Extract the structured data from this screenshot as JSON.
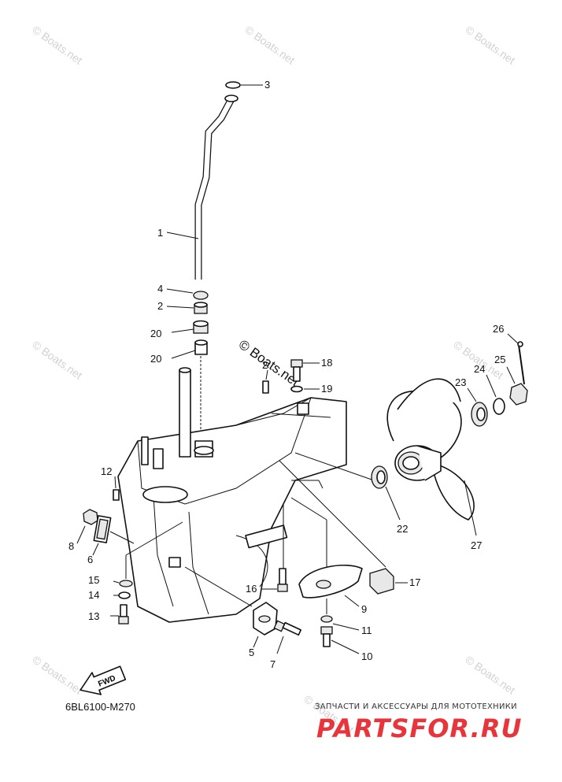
{
  "diagram": {
    "code": "6BL6100-M270",
    "fwd_label": "FWD",
    "watermark": "© Boats.net",
    "brand_tagline": "ЗАПЧАСТИ И АКСЕССУАРЫ ДЛЯ МОТОТЕХНИКИ",
    "brand_logo": "PARTSFOR.RU",
    "brand_color": "#e8353b",
    "callouts": [
      "1",
      "2",
      "3",
      "4",
      "5",
      "6",
      "7",
      "8",
      "9",
      "10",
      "11",
      "12",
      "13",
      "14",
      "15",
      "16",
      "17",
      "18",
      "19",
      "2",
      "20",
      "21",
      "22",
      "23",
      "24",
      "25",
      "26",
      "27"
    ]
  }
}
